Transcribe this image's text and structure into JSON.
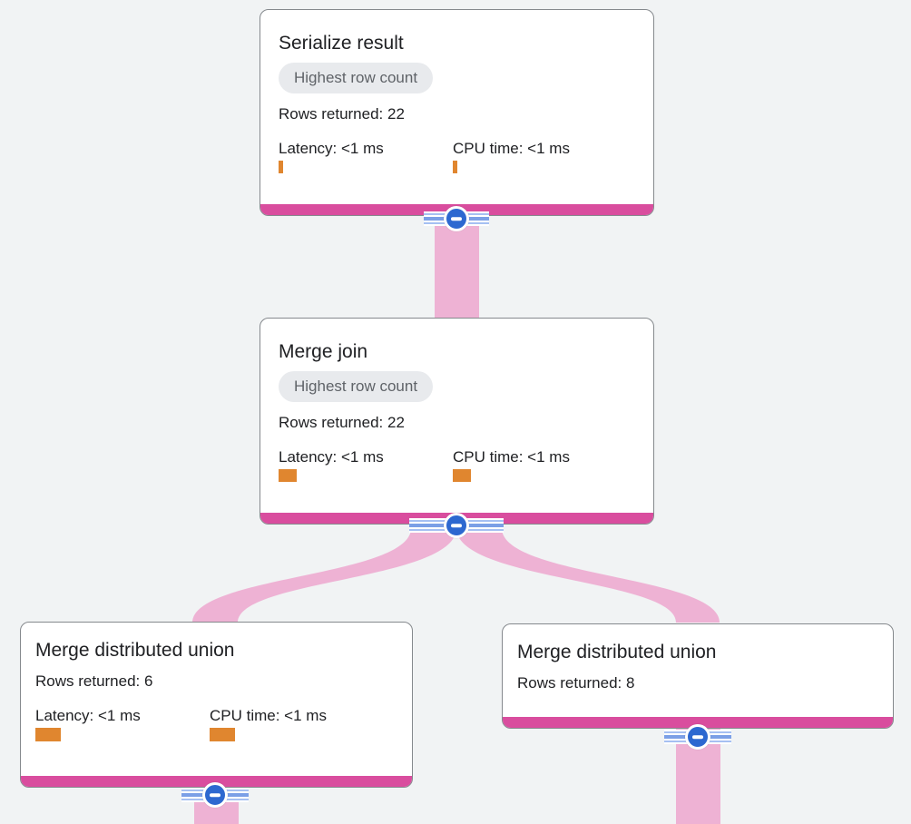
{
  "diagram": {
    "type": "query-execution-plan-flow",
    "background": "#f1f3f4"
  },
  "nodes": [
    {
      "id": "serialize-result",
      "title": "Serialize result",
      "badge": "Highest row count",
      "rows": "Rows returned: 22",
      "rows_returned": 22,
      "latency": "Latency: <1 ms",
      "cpu": "CPU time: <1 ms"
    },
    {
      "id": "merge-join",
      "title": "Merge join",
      "badge": "Highest row count",
      "rows": "Rows returned: 22",
      "rows_returned": 22,
      "latency": "Latency: <1 ms",
      "cpu": "CPU time: <1 ms"
    },
    {
      "id": "merge-distributed-union-left",
      "title": "Merge distributed union",
      "rows": "Rows returned: 6",
      "rows_returned": 6,
      "latency": "Latency: <1 ms",
      "cpu": "CPU time: <1 ms"
    },
    {
      "id": "merge-distributed-union-right",
      "title": "Merge distributed union",
      "rows": "Rows returned: 8",
      "rows_returned": 8
    }
  ],
  "edges": [
    {
      "from": "serialize-result",
      "to": "merge-join"
    },
    {
      "from": "merge-join",
      "to": "merge-distributed-union-left"
    },
    {
      "from": "merge-join",
      "to": "merge-distributed-union-right"
    },
    {
      "from": "merge-distributed-union-left",
      "to": "offscreen-child"
    },
    {
      "from": "merge-distributed-union-right",
      "to": "offscreen-child"
    }
  ],
  "icons": {
    "collapse": "minus-circle-icon"
  },
  "colors": {
    "background": "#f1f3f4",
    "card_background": "#ffffff",
    "card_border": "#85898d",
    "node_accent_bar": "#d94d9e",
    "flow_ribbon": "#eeb2d4",
    "badge_background": "#e8eaed",
    "badge_text": "#5f6368",
    "title_text": "#202124",
    "metric_bar": "#e0862f",
    "collapse_button": "#2d68d0"
  }
}
